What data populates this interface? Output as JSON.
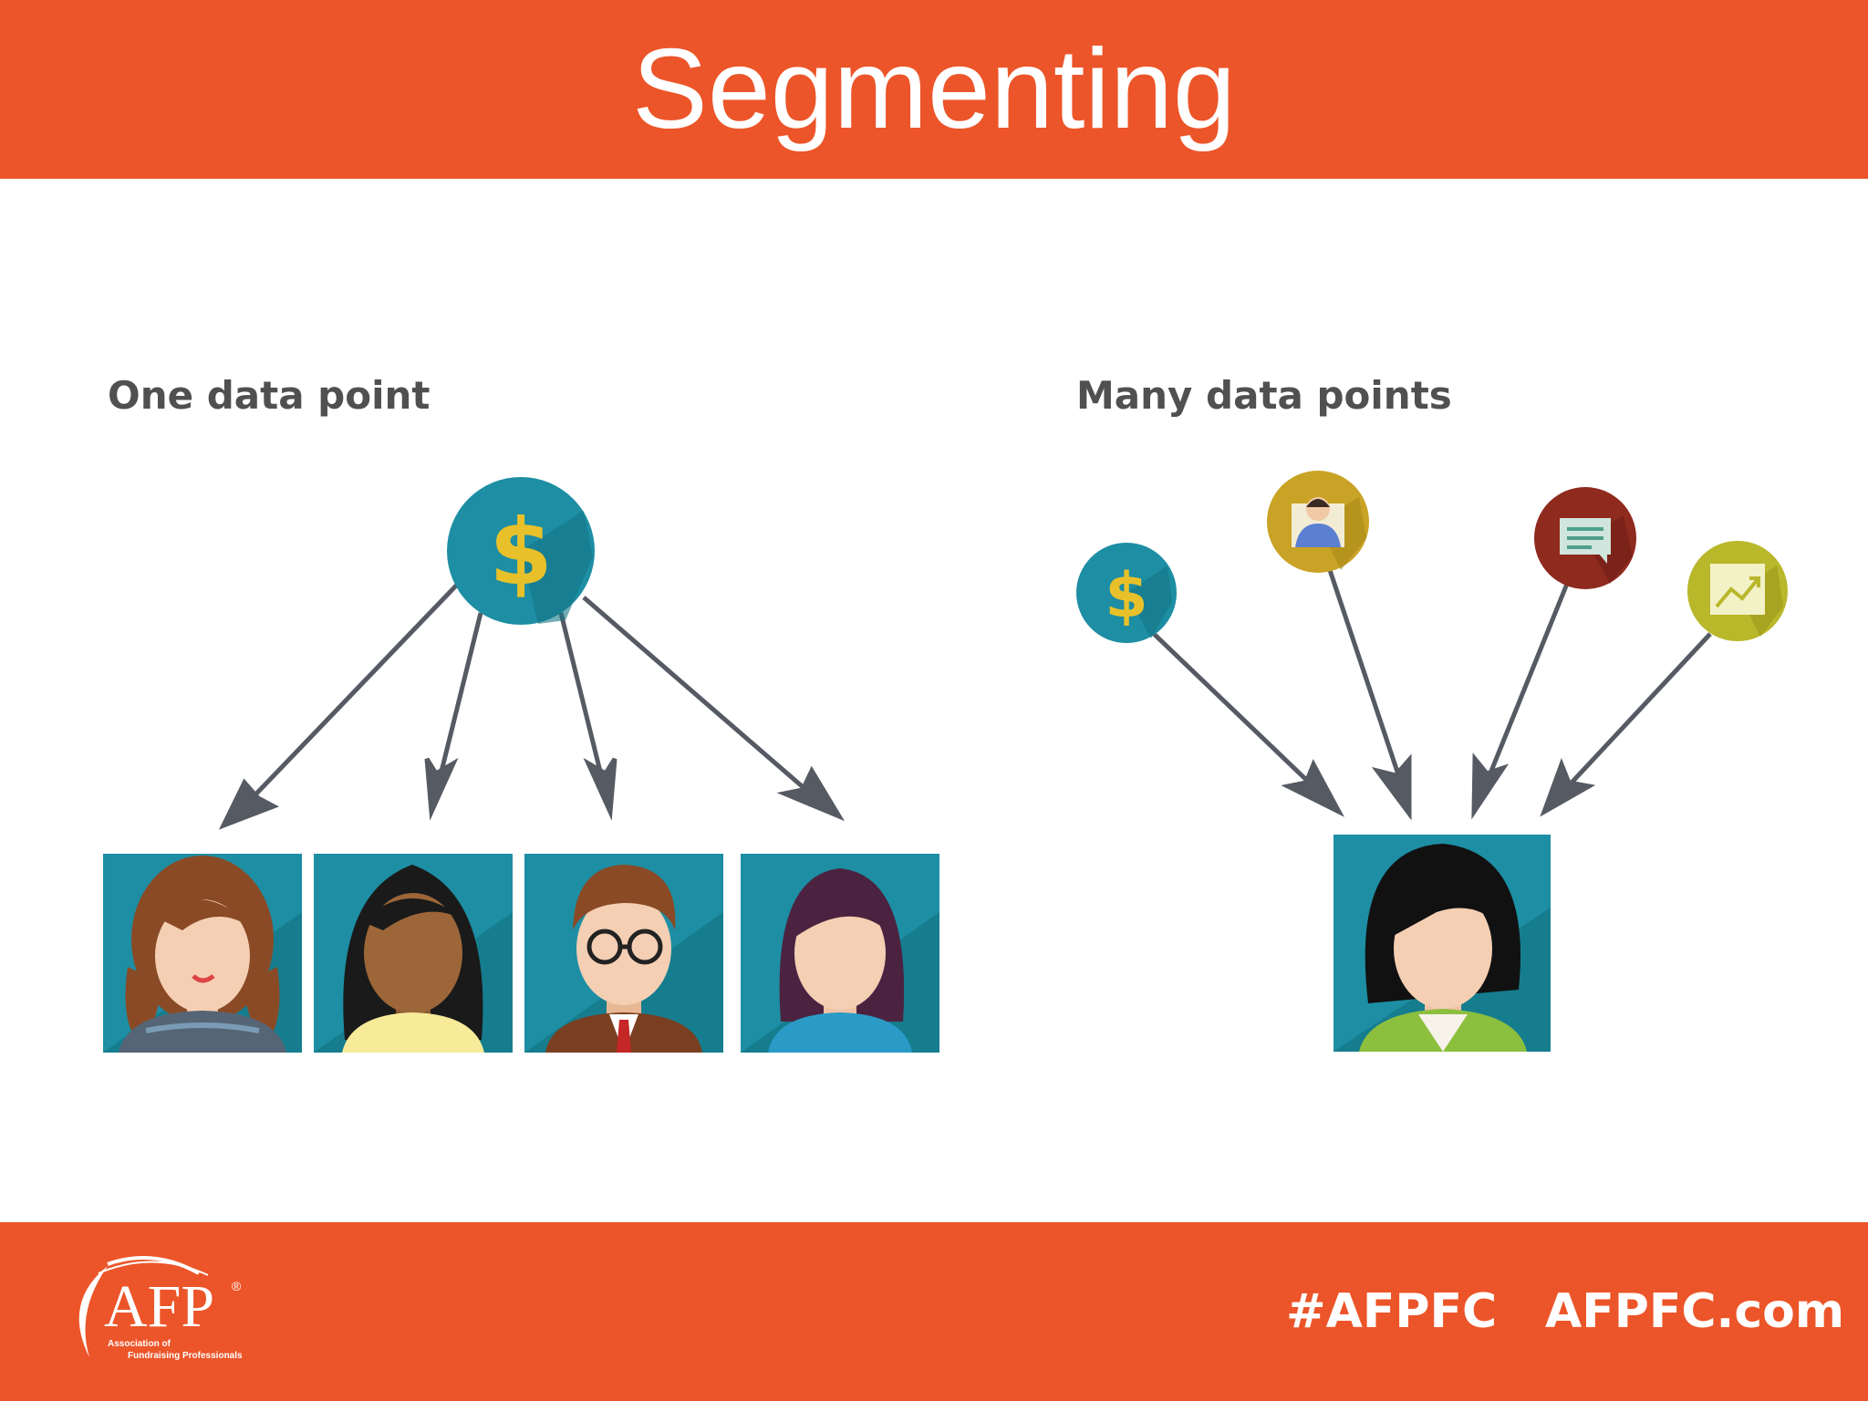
{
  "slide": {
    "title": "Segmenting"
  },
  "left_panel": {
    "label": "One data point",
    "source_icon": "dollar-icon",
    "target_icons": [
      "woman-curly-hair-avatar",
      "woman-dark-skin-avatar",
      "man-glasses-avatar",
      "woman-purple-hair-avatar"
    ]
  },
  "right_panel": {
    "label": "Many data points",
    "source_icons": [
      "dollar-icon",
      "person-icon",
      "chat-icon",
      "chart-trend-icon"
    ],
    "target_icon": "woman-black-hair-avatar"
  },
  "footer": {
    "logo_main": "AFP",
    "logo_reg": "®",
    "logo_sub_1": "Association of",
    "logo_sub_2": "Fundraising Professionals",
    "hashtag": "#AFPFC",
    "website": "AFPFC.com"
  },
  "colors": {
    "brand_orange": "#ec5529",
    "teal": "#1d8ea3",
    "label_gray": "#505050",
    "arrow_gray": "#555a63"
  }
}
